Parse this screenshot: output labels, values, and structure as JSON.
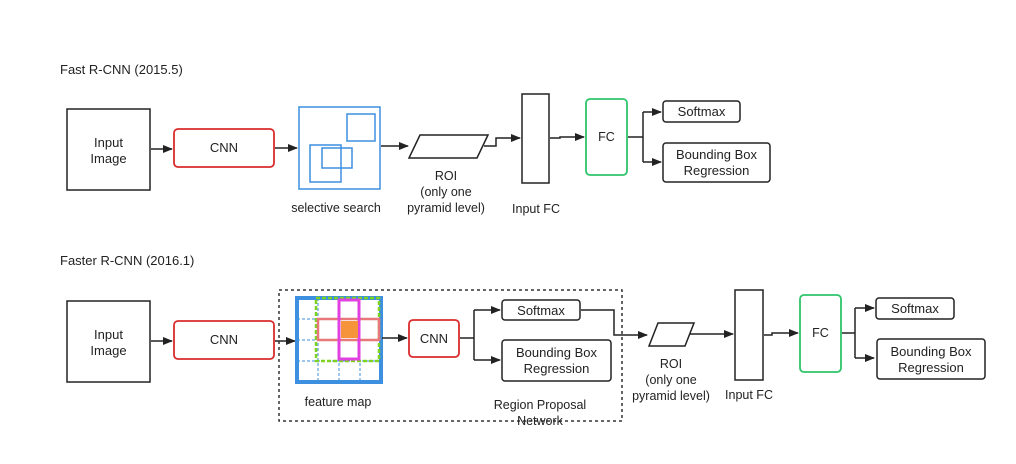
{
  "fast": {
    "title": "Fast R-CNN (2015.5)",
    "input": [
      "Input",
      "Image"
    ],
    "cnn": "CNN",
    "search_caption": "selective search",
    "roi": [
      "ROI",
      "(only one",
      "pyramid level)"
    ],
    "input_fc": "Input FC",
    "fc": "FC",
    "softmax": "Softmax",
    "bbox": [
      "Bounding Box",
      "Regression"
    ]
  },
  "faster": {
    "title": "Faster R-CNN (2016.1)",
    "input": [
      "Input",
      "Image"
    ],
    "cnn": "CNN",
    "feature_caption": "feature map",
    "rpn_cnn": "CNN",
    "rpn_softmax": "Softmax",
    "rpn_bbox": [
      "Bounding Box",
      "Regression"
    ],
    "rpn_caption": [
      "Region Proposal",
      "Network"
    ],
    "roi": [
      "ROI",
      "(only one",
      "pyramid level)"
    ],
    "input_fc": "Input FC",
    "fc": "FC",
    "softmax": "Softmax",
    "bbox": [
      "Bounding Box",
      "Regression"
    ]
  },
  "colors": {
    "cnn_border": "#d92b2b",
    "fc_border": "#2ec46a",
    "search_border": "#3d8fe0",
    "feature_grid": "#3d8fe0",
    "anchor_red": "#e8787a",
    "anchor_green": "#7ed321",
    "anchor_magenta": "#e041e0",
    "anchor_center": "#f5943a"
  }
}
